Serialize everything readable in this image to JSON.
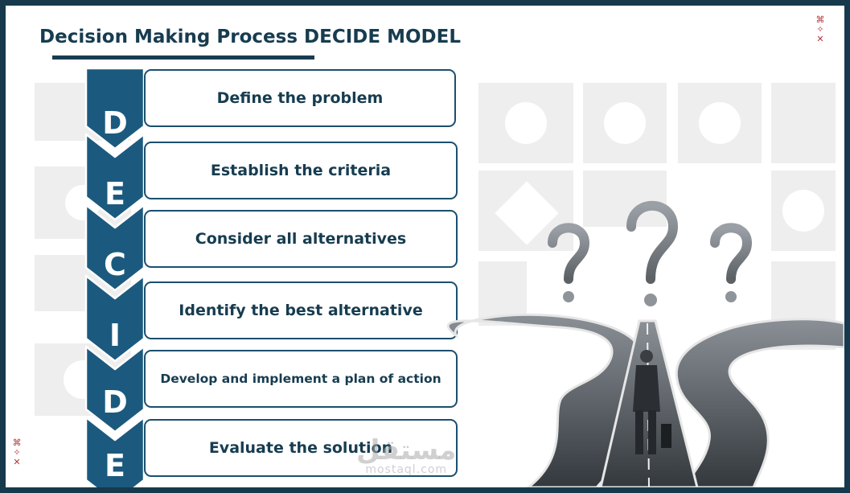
{
  "title": "Decision Making Process DECIDE MODEL",
  "steps": [
    {
      "letter": "D",
      "label": "Define the problem"
    },
    {
      "letter": "E",
      "label": "Establish the criteria"
    },
    {
      "letter": "C",
      "label": "Consider all alternatives"
    },
    {
      "letter": "I",
      "label": "Identify the best alternative"
    },
    {
      "letter": "D",
      "label": "Develop and implement a plan of action"
    },
    {
      "letter": "E",
      "label": "Evaluate the solution"
    }
  ],
  "question_marks": [
    "?",
    "?",
    "?"
  ],
  "watermark": {
    "arabic": "مستقل",
    "latin": "mostaql.com"
  },
  "decorations": {
    "glyph_top": "⌘",
    "glyph_mid": "✧",
    "glyph_bot": "✕"
  },
  "colors": {
    "frame": "#163a4c",
    "chevron": "#1b5a7e",
    "chevron_dark": "#163f58",
    "box_border": "#1b4f6e",
    "text": "#173c50",
    "accent": "#b3353b"
  }
}
